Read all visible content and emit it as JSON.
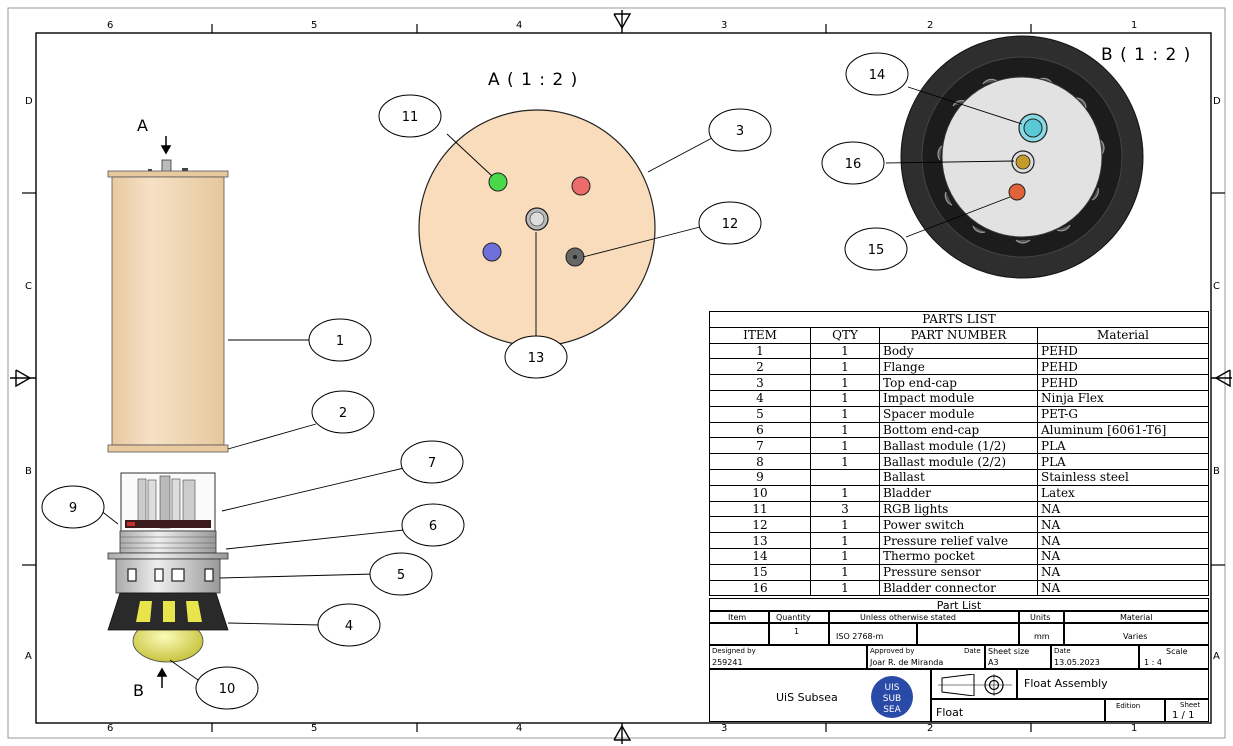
{
  "zones": {
    "columns": [
      "6",
      "5",
      "4",
      "3",
      "2",
      "1"
    ],
    "rows": [
      "D",
      "C",
      "B",
      "A"
    ]
  },
  "views": {
    "view_a_title": "A ( 1 : 2 )",
    "view_b_title": "B ( 1 : 2 )",
    "arrow_a_label": "A",
    "arrow_b_label": "B"
  },
  "balloons": [
    "1",
    "2",
    "3",
    "4",
    "5",
    "6",
    "7",
    "9",
    "10",
    "11",
    "12",
    "13",
    "14",
    "15",
    "16"
  ],
  "parts_list": {
    "title": "PARTS LIST",
    "headers": [
      "ITEM",
      "QTY",
      "PART NUMBER",
      "Material"
    ],
    "rows": [
      [
        "1",
        "1",
        "Body",
        "PEHD"
      ],
      [
        "2",
        "1",
        "Flange",
        "PEHD"
      ],
      [
        "3",
        "1",
        "Top end-cap",
        "PEHD"
      ],
      [
        "4",
        "1",
        "Impact module",
        "Ninja Flex"
      ],
      [
        "5",
        "1",
        "Spacer module",
        "PET-G"
      ],
      [
        "6",
        "1",
        "Bottom end-cap",
        "Aluminum [6061-T6]"
      ],
      [
        "7",
        "1",
        "Ballast module (1/2)",
        "PLA"
      ],
      [
        "8",
        "1",
        "Ballast module (2/2)",
        "PLA"
      ],
      [
        "9",
        "",
        "Ballast",
        "Stainless steel"
      ],
      [
        "10",
        "1",
        "Bladder",
        "Latex"
      ],
      [
        "11",
        "3",
        "RGB lights",
        "NA"
      ],
      [
        "12",
        "1",
        "Power switch",
        "NA"
      ],
      [
        "13",
        "1",
        "Pressure relief valve",
        "NA"
      ],
      [
        "14",
        "1",
        "Thermo pocket",
        "NA"
      ],
      [
        "15",
        "1",
        "Pressure sensor",
        "NA"
      ],
      [
        "16",
        "1",
        "Bladder connector",
        "NA"
      ]
    ]
  },
  "part_list_block": {
    "title": "Part List",
    "item_label": "Item",
    "quantity_label": "Quantity",
    "unless_label": "Unless otherwise stated",
    "units_label": "Units",
    "material_label": "Material",
    "quantity_value": "1",
    "standard_value": "ISO 2768-m",
    "units_value": "mm",
    "material_value": "Varies"
  },
  "title_block": {
    "designed_by_label": "Designed by",
    "designed_by_value": "259241",
    "approved_by_label": "Approved by",
    "approved_by_value": "Joar R. de Miranda",
    "date_label_small": "Date",
    "sheet_size_label": "Sheet size",
    "sheet_size_value": "A3",
    "date_label": "Date",
    "date_value": "13.05.2023",
    "scale_label": "Scale",
    "scale_value": "1 : 4",
    "company": "UiS Subsea",
    "logo_text": [
      "UIS",
      "SUB",
      "SEA"
    ],
    "drawing_title": "Float Assembly",
    "drawing_name": "Float",
    "edition_label": "Edition",
    "sheet_label": "Sheet",
    "sheet_value": "1 / 1"
  },
  "colors": {
    "body": "#f2d8b5",
    "endcap_face": "#f8dcbc",
    "rgb_green": "#49d84a",
    "rgb_red": "#ec6b6b",
    "rgb_blue": "#7070dc",
    "bladder": "#e4e46a",
    "thermo": "#5bc8d6",
    "connector": "#c49a2a",
    "sensor": "#e0623a",
    "impact": "#2d2d2d"
  }
}
